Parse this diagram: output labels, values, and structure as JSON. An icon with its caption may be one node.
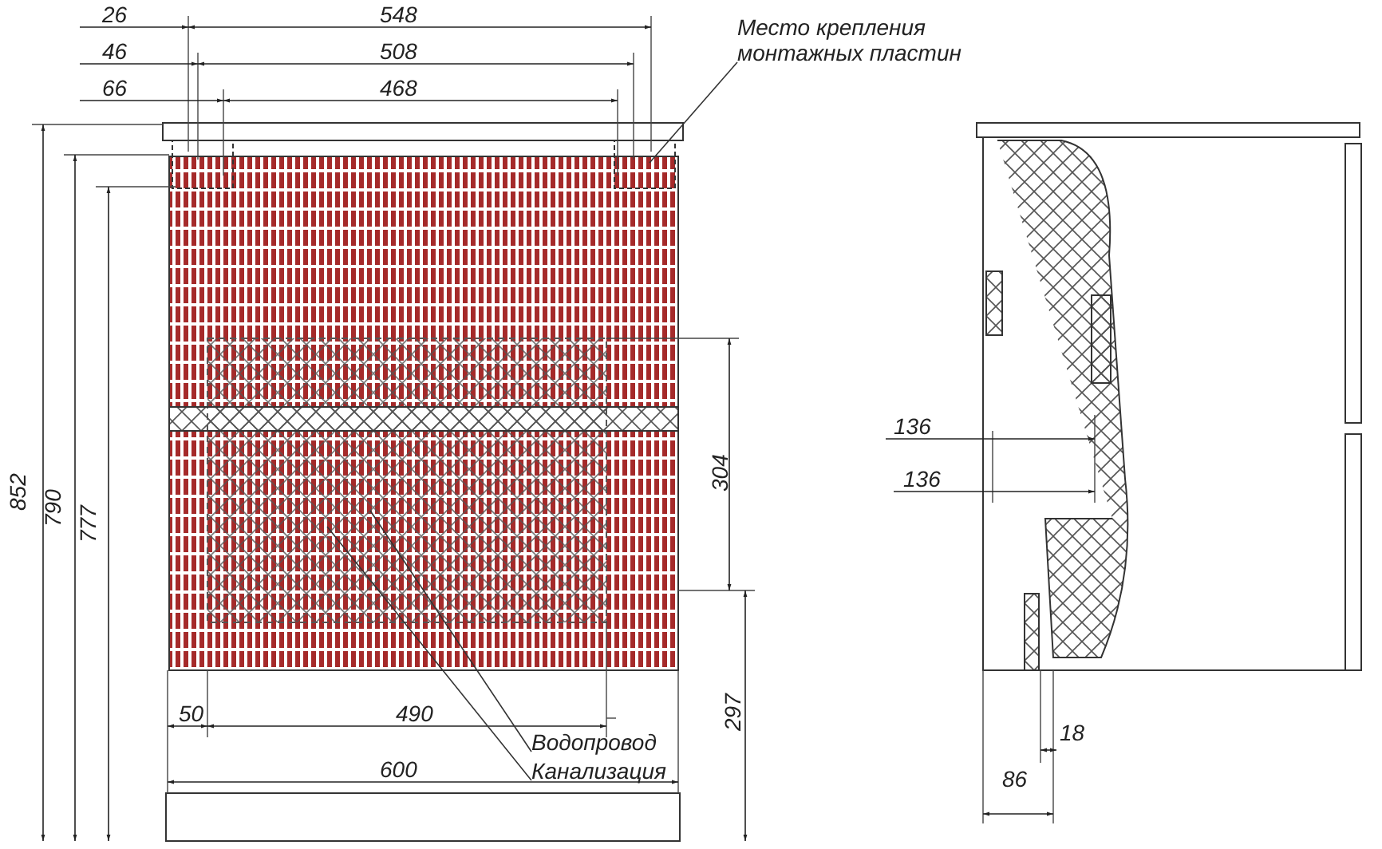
{
  "diagram": {
    "nodes": [
      {
        "text": [
          "Место крепления монтажных пластин"
        ]
      },
      {
        "text": [
          "Водопровод"
        ]
      },
      {
        "text": [
          "Канализация"
        ]
      }
    ],
    "edges": [
      {
        "from": 0,
        "to": null,
        "arrow": "none"
      },
      {
        "from": 1,
        "to": null,
        "arrow": "none"
      },
      {
        "from": 2,
        "to": null,
        "arrow": "none"
      }
    ],
    "labels": [
      "26",
      "548",
      "46",
      "508",
      "66",
      "468",
      "852",
      "790",
      "777",
      "304",
      "136",
      "136",
      "50",
      "490",
      "297",
      "18",
      "600",
      "86"
    ]
  }
}
